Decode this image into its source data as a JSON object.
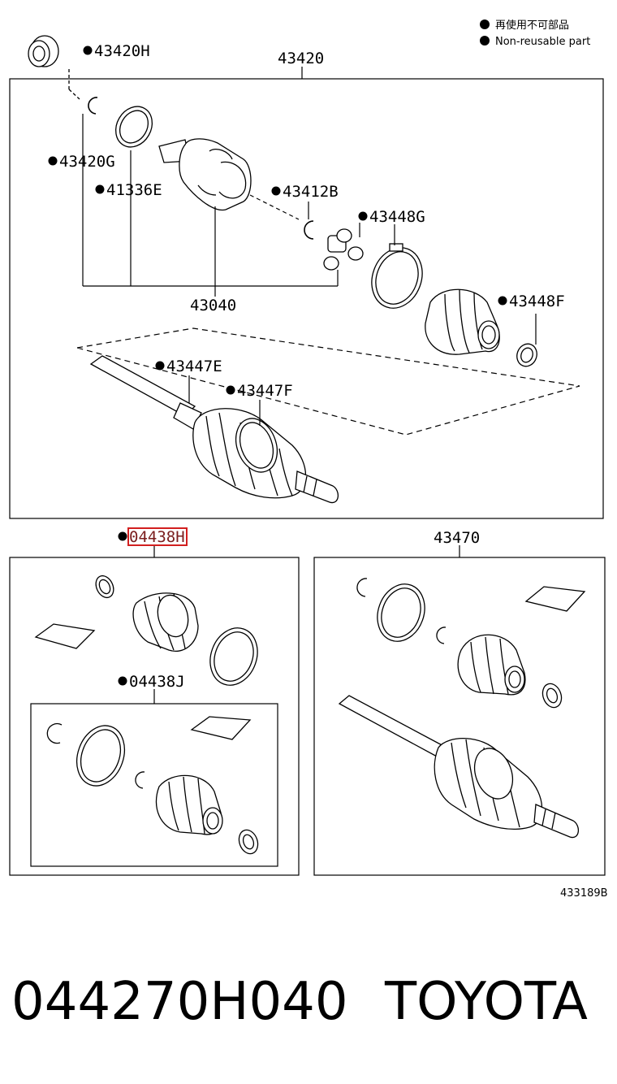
{
  "legend": {
    "japanese": "再使用不可部品",
    "english": "Non-reusable part"
  },
  "labels": {
    "p43420h": "43420H",
    "p43420": "43420",
    "p43420g": "43420G",
    "p41336e": "41336E",
    "p43412b": "43412B",
    "p43448g": "43448G",
    "p43040": "43040",
    "p43448f": "43448F",
    "p43447e": "43447E",
    "p43447f": "43447F",
    "p04438h": "04438H",
    "p43470": "43470",
    "p04438j": "04438J"
  },
  "illustration_code": "433189B",
  "footer": {
    "part_number": "044270H040",
    "brand": "TOYOTA"
  },
  "colors": {
    "line": "#000000",
    "highlight": "#d21f1f"
  }
}
